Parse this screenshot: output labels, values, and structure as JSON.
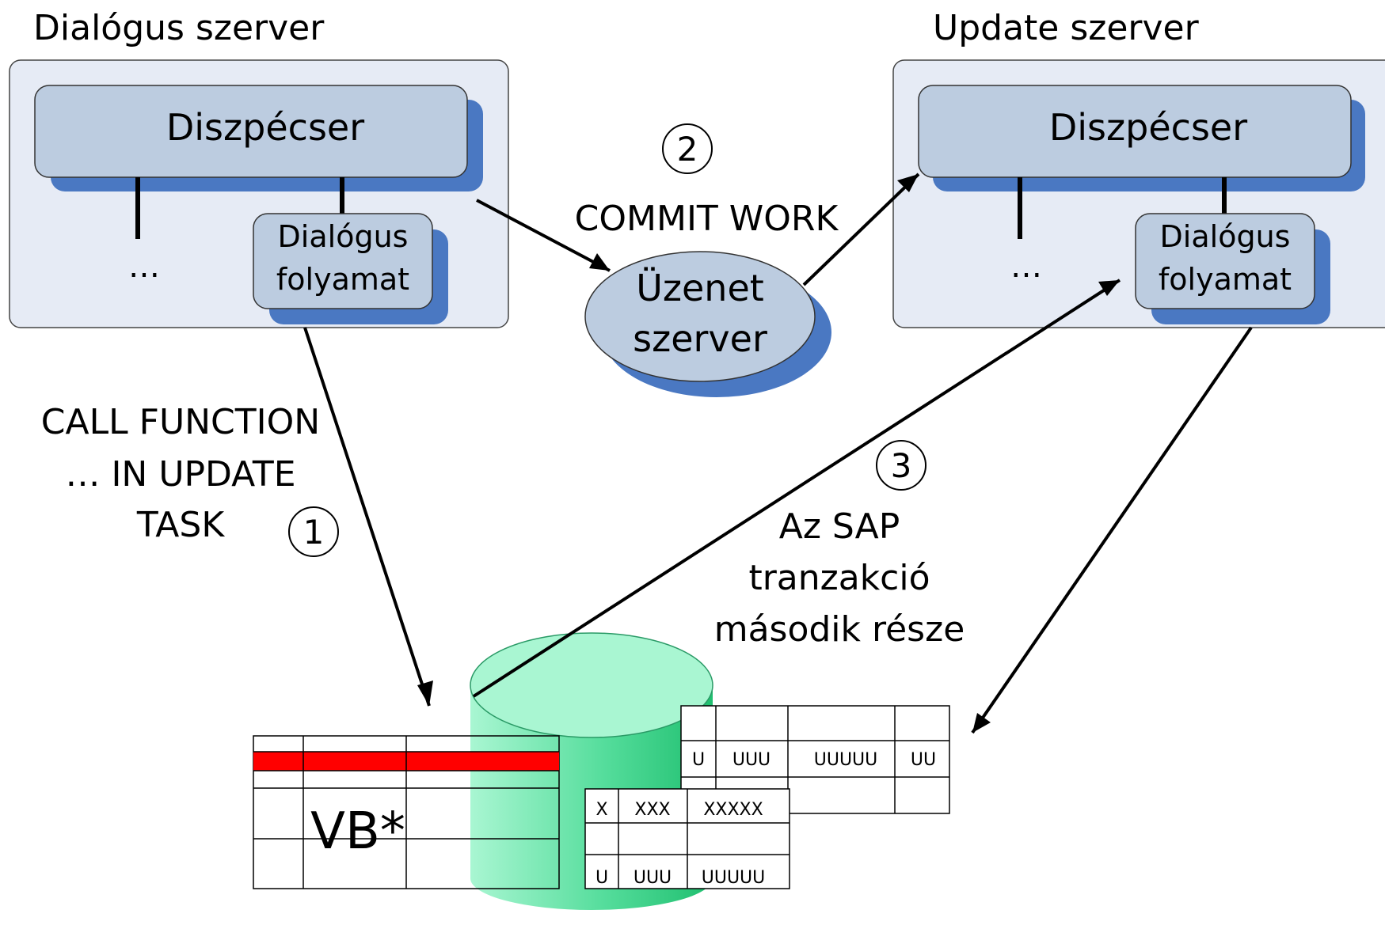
{
  "left_server": {
    "title": "Dialógus szerver",
    "dispatcher": "Diszpécser",
    "ellipsis": "…",
    "process_line1": "Dialógus",
    "process_line2": "folyamat"
  },
  "right_server": {
    "title": "Update szerver",
    "dispatcher": "Diszpécser",
    "ellipsis": "…",
    "process_line1": "Dialógus",
    "process_line2": "folyamat"
  },
  "message_server": {
    "line1": "Üzenet",
    "line2": "szerver"
  },
  "steps": {
    "one": "1",
    "two": "2",
    "three": "3",
    "commit": "COMMIT WORK",
    "call_line1": "CALL FUNCTION",
    "call_line2": "… IN UPDATE",
    "call_line3": "TASK",
    "sap_line1": "Az SAP",
    "sap_line2": "tranzakció",
    "sap_line3": "második része"
  },
  "tables": {
    "vb_label": "VB*",
    "mid": {
      "r1": [
        "X",
        "XXX",
        "XXXXX"
      ],
      "r3": [
        "U",
        "UUU",
        "UUUUU"
      ]
    },
    "right": {
      "r2": [
        "U",
        "UUU",
        "UUUUU",
        "UU"
      ]
    }
  },
  "colors": {
    "box_fill": "#E6EBF5",
    "dispatcher_fill": "#BCCCE0",
    "shadow": "#4A78C2",
    "database": "#3DD68C",
    "highlight_row": "#FF0000"
  }
}
